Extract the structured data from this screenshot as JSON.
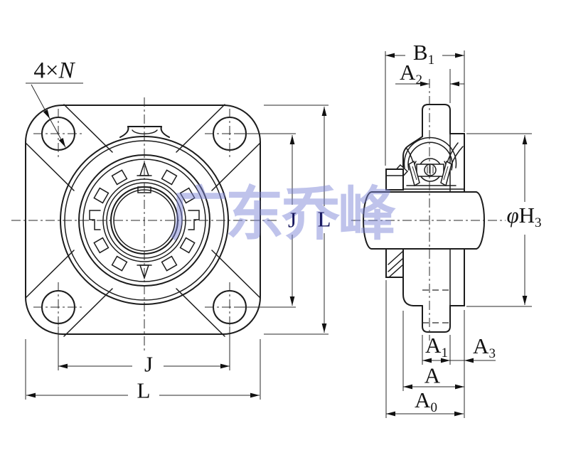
{
  "watermark": {
    "text": "广东乔峰",
    "color": "#7b84d6"
  },
  "callouts": {
    "bolt_holes": {
      "prefix": "4×",
      "symbol": "N"
    }
  },
  "dimensions": {
    "front": {
      "bolt_circle_v": "J",
      "height": "L",
      "bolt_circle_h": "J",
      "width": "L"
    },
    "side": {
      "b1": {
        "main": "B",
        "sub": "1"
      },
      "a2": {
        "main": "A",
        "sub": "2"
      },
      "h3": {
        "phi": "φ",
        "main": "H",
        "sub": "3"
      },
      "a1": {
        "main": "A",
        "sub": "1"
      },
      "a3": {
        "main": "A",
        "sub": "3"
      },
      "a": {
        "main": "A"
      },
      "a0": {
        "main": "A",
        "sub": "0"
      }
    }
  },
  "colors": {
    "line": "#1c1c1c",
    "dimension_text": "#121212",
    "jl_text_over_watermark": "#17175e",
    "watermark": "#7b84d6",
    "background": "#ffffff"
  }
}
